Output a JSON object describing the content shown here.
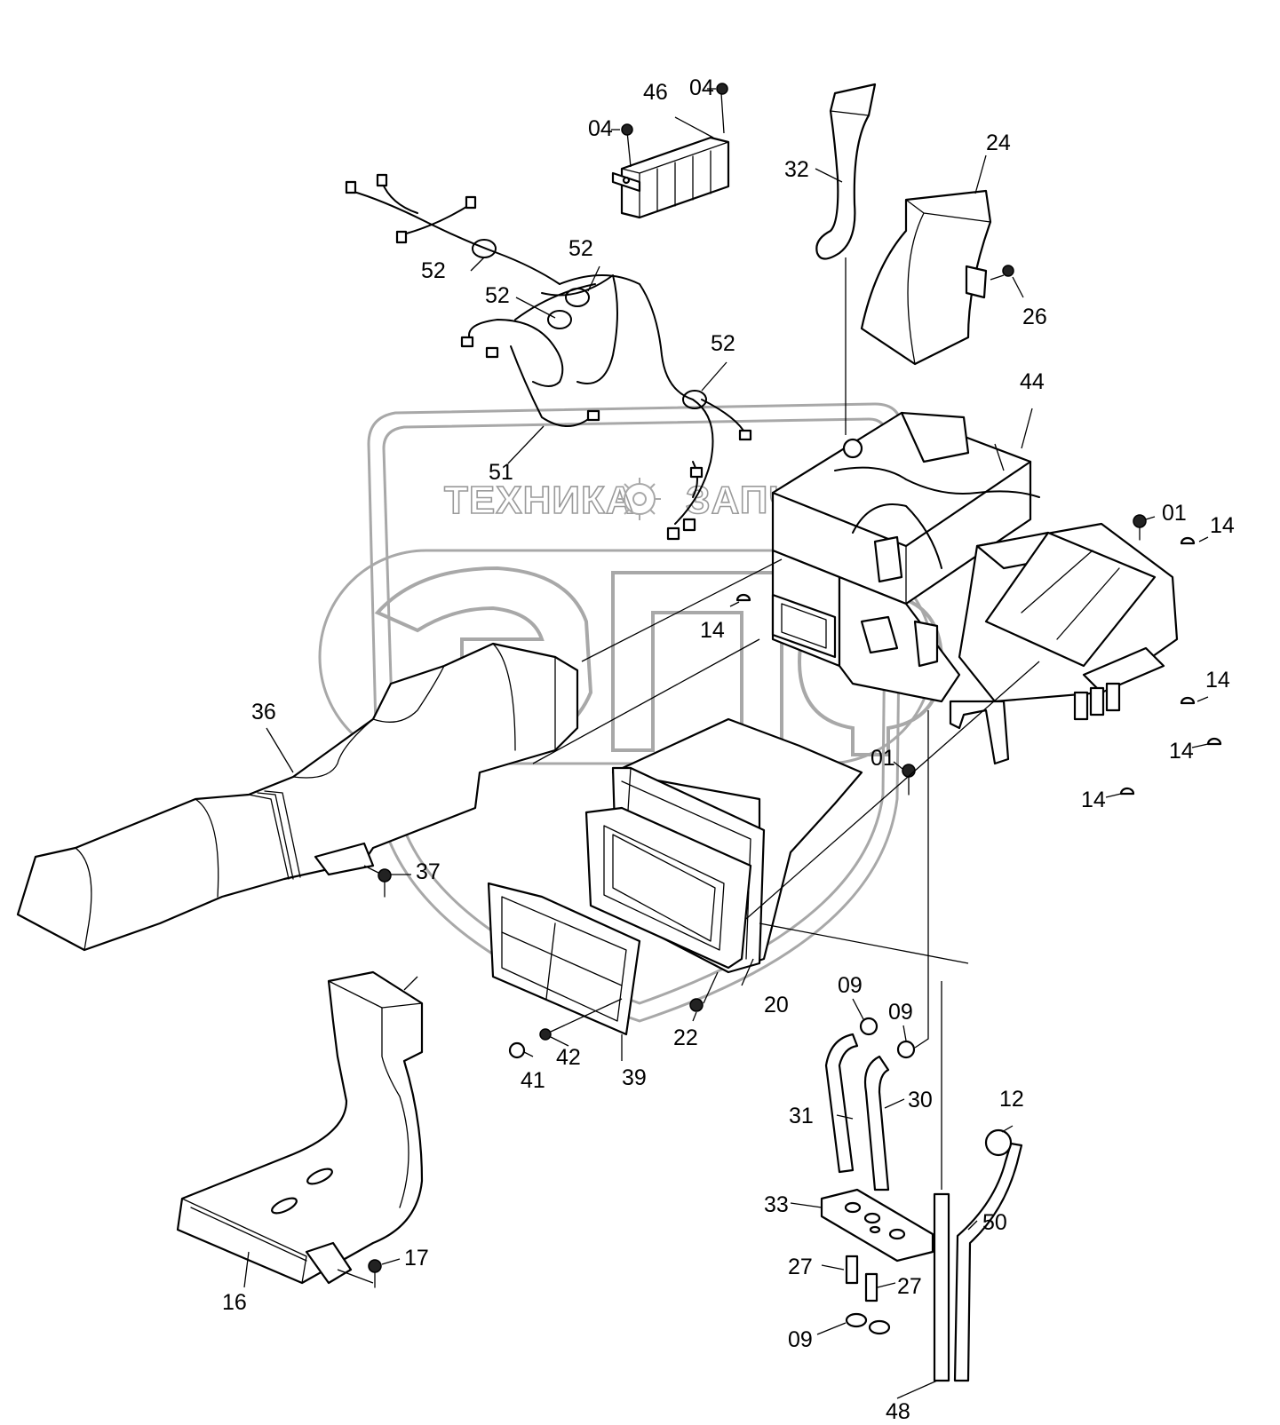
{
  "watermark": {
    "left_text": "ТЕХНИКА",
    "right_text": "ЗАПЧАСТИ",
    "logo_letters": "ЭПФ",
    "gear_icon": "gear-icon",
    "color": "#a8a8a8"
  },
  "callouts": [
    {
      "id": "c46",
      "text": "46"
    },
    {
      "id": "c04a",
      "text": "04"
    },
    {
      "id": "c04b",
      "text": "04"
    },
    {
      "id": "c32",
      "text": "32"
    },
    {
      "id": "c24",
      "text": "24"
    },
    {
      "id": "c26",
      "text": "26"
    },
    {
      "id": "c52a",
      "text": "52"
    },
    {
      "id": "c52b",
      "text": "52"
    },
    {
      "id": "c52c",
      "text": "52"
    },
    {
      "id": "c52d",
      "text": "52"
    },
    {
      "id": "c51",
      "text": "51"
    },
    {
      "id": "c44",
      "text": "44"
    },
    {
      "id": "c01a",
      "text": "01"
    },
    {
      "id": "c14a",
      "text": "14"
    },
    {
      "id": "c14b",
      "text": "14"
    },
    {
      "id": "c14c",
      "text": "14"
    },
    {
      "id": "c14d",
      "text": "14"
    },
    {
      "id": "c14e",
      "text": "14"
    },
    {
      "id": "c01b",
      "text": "01"
    },
    {
      "id": "c36",
      "text": "36"
    },
    {
      "id": "c37",
      "text": "37"
    },
    {
      "id": "c20",
      "text": "20"
    },
    {
      "id": "c22",
      "text": "22"
    },
    {
      "id": "c39",
      "text": "39"
    },
    {
      "id": "c41",
      "text": "41"
    },
    {
      "id": "c42",
      "text": "42"
    },
    {
      "id": "c09a",
      "text": "09"
    },
    {
      "id": "c09b",
      "text": "09"
    },
    {
      "id": "c09c",
      "text": "09"
    },
    {
      "id": "c31",
      "text": "31"
    },
    {
      "id": "c30",
      "text": "30"
    },
    {
      "id": "c12",
      "text": "12"
    },
    {
      "id": "c33",
      "text": "33"
    },
    {
      "id": "c50",
      "text": "50"
    },
    {
      "id": "c27a",
      "text": "27"
    },
    {
      "id": "c27b",
      "text": "27"
    },
    {
      "id": "c48",
      "text": "48"
    },
    {
      "id": "c16",
      "text": "16"
    },
    {
      "id": "c17",
      "text": "17"
    }
  ]
}
